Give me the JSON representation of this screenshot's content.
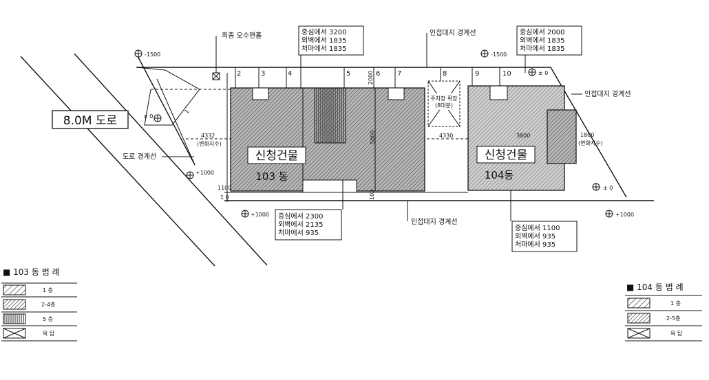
{
  "road": {
    "label": "8.0M 도로",
    "boundary_label": "도로 경계선"
  },
  "manhole_label": "최종 오수맨홀",
  "neighbor_boundary_top": "인접대지 경계선",
  "neighbor_boundary_right": "인접대지 경계선",
  "neighbor_boundary_bottom": "인접대지 경계선",
  "levels": {
    "top_left": "-1500",
    "top_mid": "-1500",
    "road_corner": "± 0",
    "top_right": "± 0",
    "road_mid": "+1000",
    "bottom_left": "+1000",
    "right_mid": "± 0",
    "bottom_right": "+1000"
  },
  "section_numbers": [
    "2",
    "3",
    "4",
    "5",
    "6",
    "7",
    "8",
    "9",
    "10"
  ],
  "dimensions": {
    "left_setback": "4332",
    "left_setback_note": "(변화지수)",
    "between_buildings": "4330",
    "b104_width": "3800",
    "right_setback": "1800",
    "right_setback_note": "(변화지수)",
    "small_1100": "1100",
    "small_1_0": "1 0",
    "vert_2000": "2000",
    "vert_5000": "5000",
    "vert_100": "100",
    "slope_1": "1"
  },
  "buildings": [
    {
      "label_top": "신청건물",
      "label_bottom": "103 동"
    },
    {
      "label_top": "신청건물",
      "label_bottom": "104동"
    }
  ],
  "parking_label": [
    "주차장 확장",
    "(8대분)"
  ],
  "boxes": {
    "b103_top": [
      "중심에서  3200",
      "외벽에서  1835",
      "처마에서  1835"
    ],
    "b104_top": [
      "중심에서  2000",
      "외벽에서  1835",
      "처마에서  1835"
    ],
    "b103_bottom": [
      "중심에서  2300",
      "외벽에서  2135",
      "처마에서  935"
    ],
    "b104_bottom": [
      "중심에서  1100",
      "외벽에서  935",
      "처마에서  935"
    ]
  },
  "legend_103": {
    "title": "■ 103 동 범 례",
    "rows": [
      {
        "pattern": "single",
        "label": "1 층"
      },
      {
        "pattern": "double",
        "label": "2-4층"
      },
      {
        "pattern": "vertical",
        "label": "5 층"
      },
      {
        "pattern": "cross",
        "label": "옥 탑"
      }
    ]
  },
  "legend_104": {
    "title": "■ 104 동 범 례",
    "rows": [
      {
        "pattern": "single",
        "label": "1 층"
      },
      {
        "pattern": "double",
        "label": "2-5층"
      },
      {
        "pattern": "cross",
        "label": "옥 탑"
      }
    ]
  }
}
